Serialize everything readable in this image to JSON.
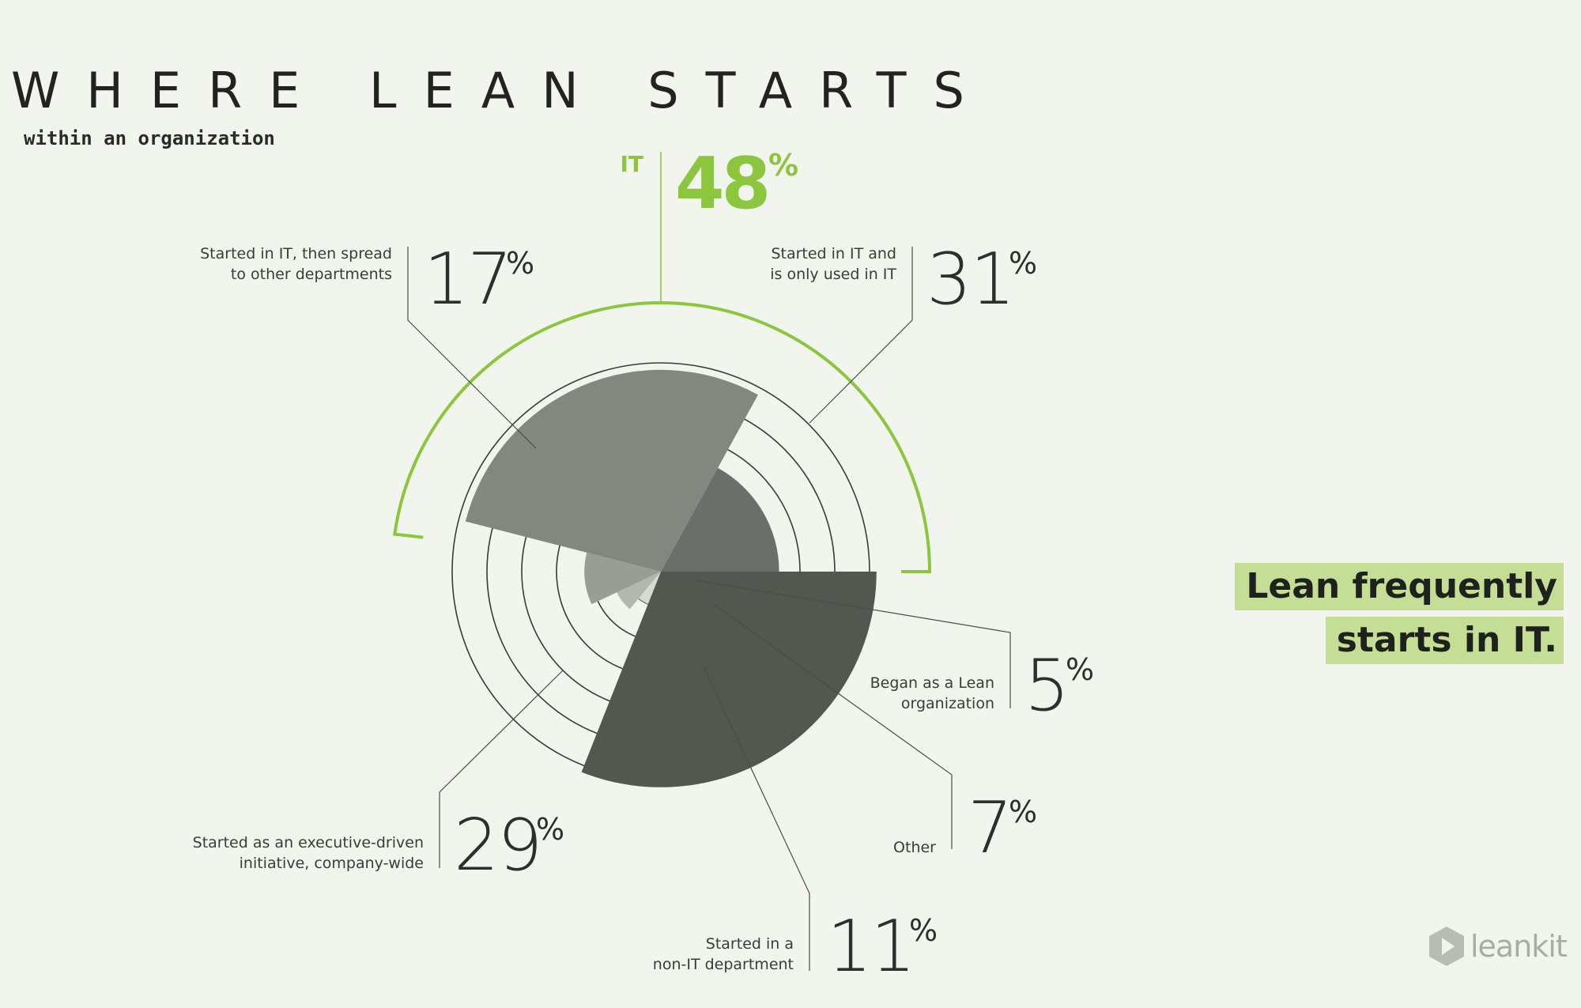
{
  "title": "WHERE LEAN STARTS",
  "subtitle": "within an organization",
  "callout": {
    "line1": "Lean frequently",
    "line2": "starts in IT."
  },
  "brand": {
    "name": "leankit",
    "icon": "leankit-logo-icon"
  },
  "colors": {
    "accent": "#8cc63f",
    "callout_bg": "#c4de96",
    "background": "#f1f5ee"
  },
  "chart_data": {
    "type": "pie",
    "title": "WHERE LEAN STARTS",
    "subtitle": "within an organization",
    "slices": [
      {
        "label": "Started in IT and is only used in IT",
        "value": 31,
        "color": "#535750"
      },
      {
        "label": "Began as a Lean organization",
        "value": 5,
        "color": "#d8dad4"
      },
      {
        "label": "Other",
        "value": 7,
        "color": "#b4b6b0"
      },
      {
        "label": "Started in a non-IT department",
        "value": 11,
        "color": "#9a9d96"
      },
      {
        "label": "Started as an executive-driven initiative, company-wide",
        "value": 29,
        "color": "#838780"
      },
      {
        "label": "Started in IT, then spread to other departments",
        "value": 17,
        "color": "#6c6f69"
      }
    ],
    "groups": [
      {
        "label": "IT",
        "value": 48,
        "color": "#8cc63f"
      }
    ],
    "value_suffix": "%"
  }
}
